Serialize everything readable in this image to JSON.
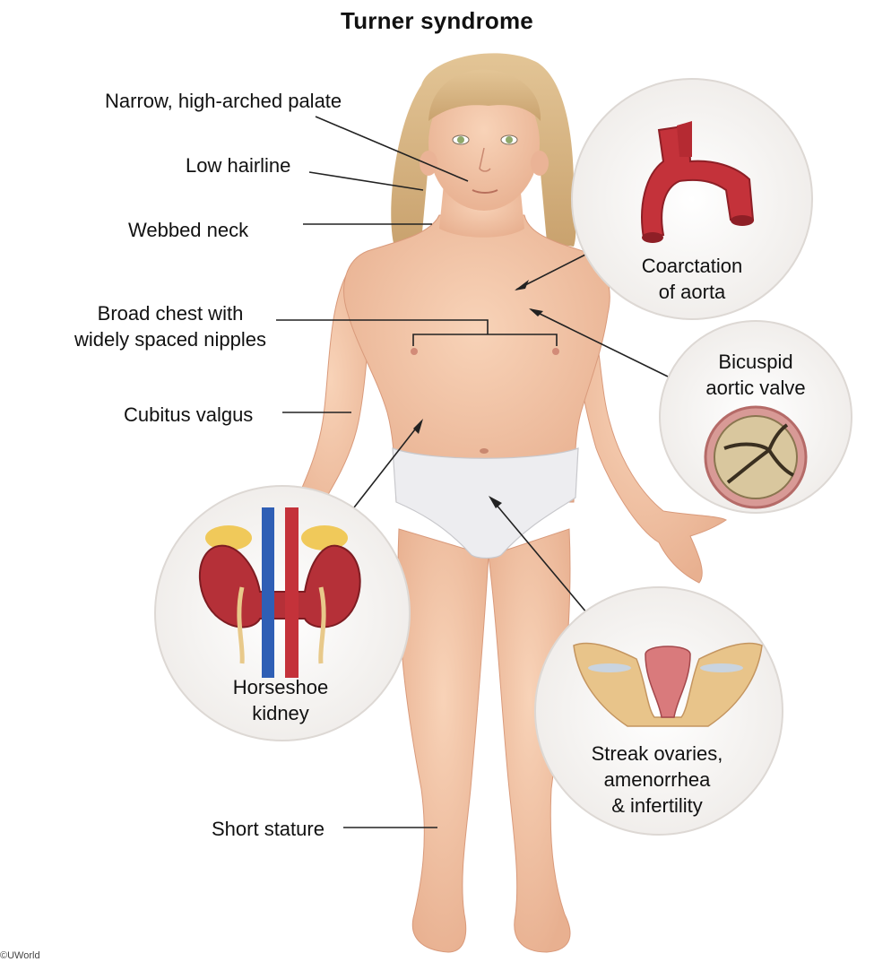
{
  "title": "Turner syndrome",
  "labels": {
    "palate": "Narrow, high-arched palate",
    "hairline": "Low hairline",
    "neck": "Webbed neck",
    "chest_line1": "Broad chest with",
    "chest_line2": "widely spaced nipples",
    "cubitus": "Cubitus valgus",
    "stature": "Short stature"
  },
  "insets": {
    "aorta": {
      "line1": "Coarctation",
      "line2": "of aorta"
    },
    "valve": {
      "line1": "Bicuspid",
      "line2": "aortic valve"
    },
    "kidney": {
      "line1": "Horseshoe",
      "line2": "kidney"
    },
    "ovaries": {
      "line1": "Streak ovaries,",
      "line2": "amenorrhea",
      "line3": "& infertility"
    }
  },
  "copyright": "©UWorld",
  "colors": {
    "skin": "#f3c6a8",
    "skin_shadow": "#e4a98a",
    "hair": "#d9b98a",
    "brief": "#eeeef0",
    "artery": "#c4323a",
    "vein": "#2f5fb5",
    "kidney": "#b53038",
    "fat": "#f0c95a",
    "circle_bg": "#f7f5f3",
    "line": "#222222"
  }
}
